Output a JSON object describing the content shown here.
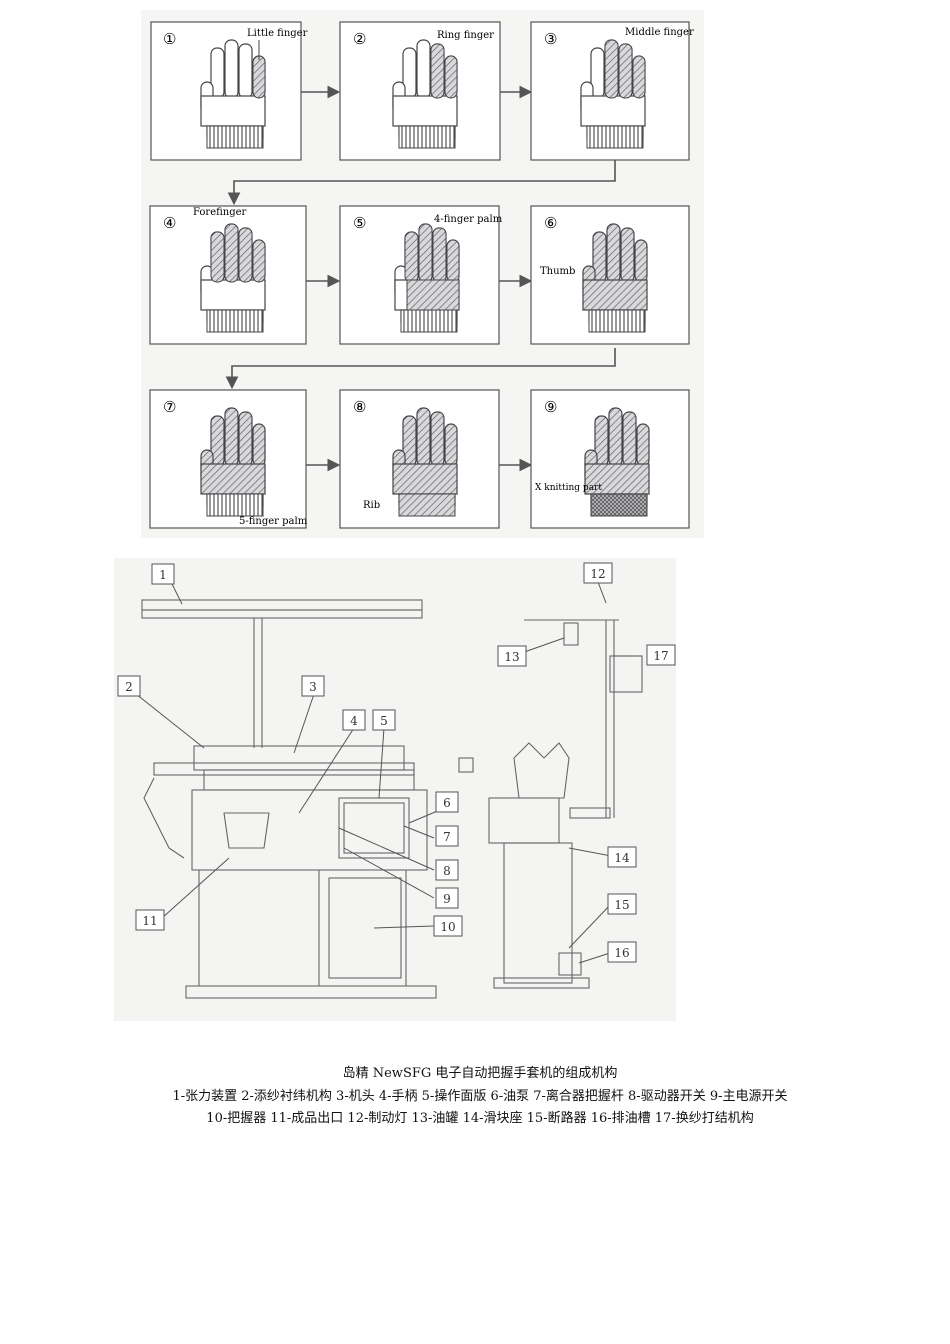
{
  "figure1": {
    "steps": [
      {
        "num": "①",
        "label": "Little finger"
      },
      {
        "num": "②",
        "label": "Ring finger"
      },
      {
        "num": "③",
        "label": "Middle finger"
      },
      {
        "num": "④",
        "label": "Forefinger"
      },
      {
        "num": "⑤",
        "label": "4-finger palm"
      },
      {
        "num": "⑥",
        "label": "Thumb"
      },
      {
        "num": "⑦",
        "label": "5-finger palm"
      },
      {
        "num": "⑧",
        "label": "Rib"
      },
      {
        "num": "⑨",
        "label": "X knitting part"
      }
    ]
  },
  "figure2": {
    "callouts": [
      "1",
      "2",
      "3",
      "4",
      "5",
      "6",
      "7",
      "8",
      "9",
      "10",
      "11",
      "12",
      "13",
      "14",
      "15",
      "16",
      "17"
    ]
  },
  "caption": {
    "title": "岛精 NewSFG 电子自动把握手套机的组成机构",
    "legend": "1-张力装置 2-添纱衬纬机构 3-机头 4-手柄 5-操作面版 6-油泵 7-离合器把握杆 8-驱动器开关 9-主电源开关 10-把握器 11-成品出口 12-制动灯 13-油罐 14-滑块座 15-断路器 16-排油槽 17-换纱打结机构"
  }
}
